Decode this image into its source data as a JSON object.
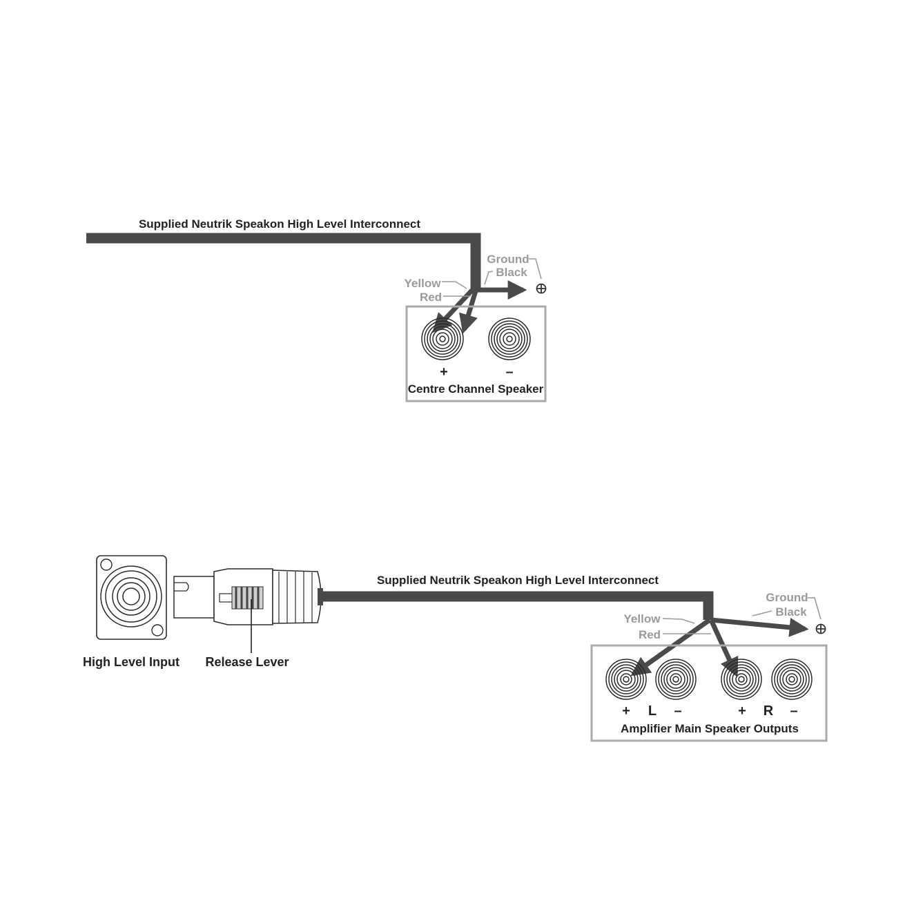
{
  "diagram_top": {
    "cable_label": "Supplied Neutrik Speakon High Level Interconnect",
    "wire_yellow": "Yellow",
    "wire_red": "Red",
    "wire_ground": "Ground",
    "wire_black": "Black",
    "terminal_plus": "+",
    "terminal_minus": "–",
    "panel_title": "Centre Channel Speaker"
  },
  "diagram_bottom": {
    "cable_label": "Supplied Neutrik Speakon High Level Interconnect",
    "input_label": "High Level Input",
    "lever_label": "Release Lever",
    "wire_yellow": "Yellow",
    "wire_red": "Red",
    "wire_ground": "Ground",
    "wire_black": "Black",
    "left_plus": "+",
    "left_channel": "L",
    "left_minus": "–",
    "right_plus": "+",
    "right_channel": "R",
    "right_minus": "–",
    "panel_title": "Amplifier Main Speaker Outputs"
  },
  "colors": {
    "cable": "#4a4a4a",
    "panel_border": "#aaaaaa",
    "label_dark": "#222222",
    "label_grey": "#9a9a9a"
  },
  "icons": {
    "ground": "ground-icon",
    "terminal": "binding-post-icon",
    "connector": "speakon-connector-icon"
  }
}
